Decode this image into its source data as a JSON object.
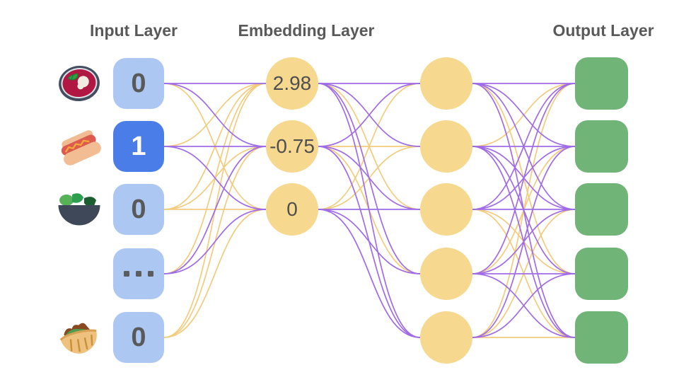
{
  "layers": {
    "input": {
      "label": "Input Layer",
      "nodes": [
        {
          "value": "0",
          "active": false,
          "icon": "borscht-soup-icon"
        },
        {
          "value": "1",
          "active": true,
          "icon": "hot-dog-icon"
        },
        {
          "value": "0",
          "active": false,
          "icon": "salad-bowl-icon"
        },
        {
          "value": "...",
          "active": false,
          "icon": null
        },
        {
          "value": "0",
          "active": false,
          "icon": "stuffed-flatbread-icon"
        }
      ]
    },
    "embedding": {
      "label": "Embedding Layer",
      "nodes": [
        {
          "value": "2.98"
        },
        {
          "value": "-0.75"
        },
        {
          "value": "0"
        }
      ]
    },
    "hidden": {
      "label": "",
      "count": 5
    },
    "output": {
      "label": "Output Layer",
      "count": 5
    }
  },
  "colors": {
    "background": "#ffffff",
    "title_text": "#595959",
    "value_text": "#595959",
    "input_node_fill": "#abc7f2",
    "input_node_active_fill": "#4a7de8",
    "input_node_active_text": "#ffffff",
    "embedding_node_fill": "#f6d88e",
    "hidden_node_fill": "#f6d88e",
    "output_node_fill": "#70b478",
    "edge_purple": "#a06be6",
    "edge_yellow": "#f2cc7e"
  },
  "connections": {
    "input_to_embedding": [
      [
        "P",
        "P",
        "Y"
      ],
      [
        "Y",
        "P",
        "P"
      ],
      [
        "Y",
        "Y",
        "Y"
      ],
      [
        "Y",
        "P",
        "P"
      ],
      [
        "Y",
        "Y",
        "Y"
      ]
    ],
    "embedding_to_hidden": [
      [
        "P",
        "P",
        "Y",
        "P",
        "P"
      ],
      [
        "P",
        "Y",
        "P",
        "Y",
        "P"
      ],
      [
        "Y",
        "Y",
        "P",
        "P",
        "P"
      ]
    ],
    "hidden_to_output": [
      [
        "P",
        "P",
        "P",
        "Y",
        "P"
      ],
      [
        "Y",
        "P",
        "P",
        "P",
        "P"
      ],
      [
        "P",
        "P",
        "P",
        "Y",
        "Y"
      ],
      [
        "P",
        "Y",
        "P",
        "P",
        "P"
      ],
      [
        "Y",
        "P",
        "Y",
        "P",
        "Y"
      ]
    ]
  }
}
